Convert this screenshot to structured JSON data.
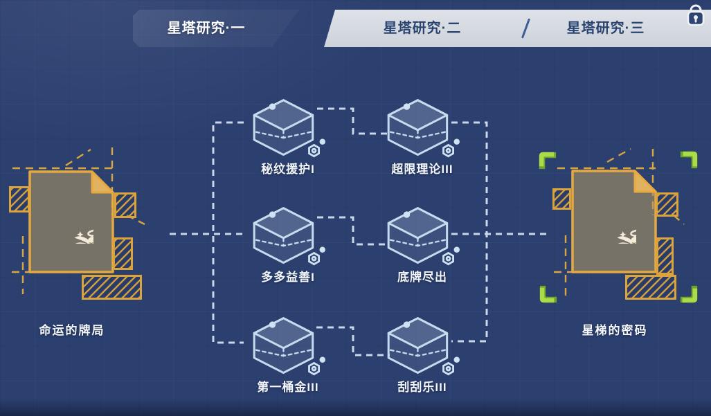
{
  "header": {
    "tabs": [
      {
        "label": "星塔研究·一",
        "active": true
      },
      {
        "label": "星塔研究·二",
        "active": false
      },
      {
        "label": "星塔研究·三",
        "active": false
      }
    ],
    "divider_icon": "tab-divider",
    "lock": {
      "icon": "lock-icon",
      "locked": true
    }
  },
  "tree": {
    "source_card": {
      "label": "命运的牌局",
      "icon": "angel-emblem"
    },
    "target_card": {
      "label": "星梯的密码",
      "icon": "angel-emblem",
      "selected": true
    },
    "nodes": [
      {
        "id": "n1",
        "row": 1,
        "col": 1,
        "label": "秘纹援护I",
        "icon": "cube-icon"
      },
      {
        "id": "n2",
        "row": 1,
        "col": 2,
        "label": "超限理论III",
        "icon": "cube-icon"
      },
      {
        "id": "n3",
        "row": 2,
        "col": 1,
        "label": "多多益善I",
        "icon": "cube-icon"
      },
      {
        "id": "n4",
        "row": 2,
        "col": 2,
        "label": "底牌尽出",
        "icon": "cube-icon"
      },
      {
        "id": "n5",
        "row": 3,
        "col": 1,
        "label": "第一桶金III",
        "icon": "cube-icon"
      },
      {
        "id": "n6",
        "row": 3,
        "col": 2,
        "label": "刮刮乐III",
        "icon": "cube-icon"
      }
    ],
    "edges": [
      [
        "source",
        "n1"
      ],
      [
        "source",
        "n3"
      ],
      [
        "source",
        "n5"
      ],
      [
        "n1",
        "n2"
      ],
      [
        "n3",
        "n4"
      ],
      [
        "n5",
        "n6"
      ],
      [
        "n2",
        "target"
      ],
      [
        "n4",
        "target"
      ],
      [
        "n6",
        "target"
      ]
    ]
  },
  "colors": {
    "background": "#2c4070",
    "tab_band_light": "#d7dbe2",
    "tab_text_dark": "#2a4470",
    "tab_text_active": "#ffffff",
    "gold_accent": "#daa33c",
    "card_fill": "rgba(182,155,98,0.55)",
    "emblem_cream": "#f3ecda",
    "selection_green": "#a9dc46",
    "cube_stroke": "#c6dcee",
    "connector": "#c9d7e8"
  }
}
